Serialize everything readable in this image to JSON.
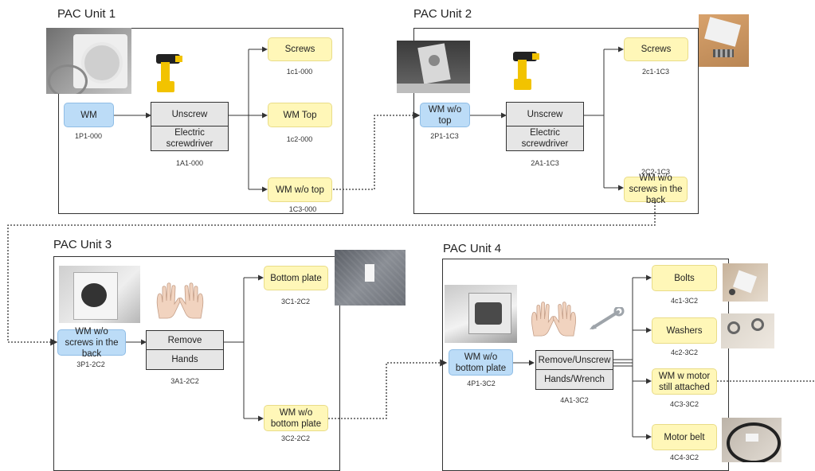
{
  "units": [
    {
      "title": "PAC Unit 1",
      "input": {
        "label": "WM",
        "code": "1P1-000"
      },
      "process": {
        "action": "Unscrew",
        "tool": "Electric screwdriver",
        "code": "1A1-000"
      },
      "outputs": [
        {
          "label": "Screws",
          "code": "1c1-000"
        },
        {
          "label": "WM Top",
          "code": "1c2-000"
        },
        {
          "label": "WM w/o top",
          "code": "1C3-000"
        }
      ]
    },
    {
      "title": "PAC Unit 2",
      "input": {
        "label": "WM w/o top",
        "code": "2P1-1C3"
      },
      "process": {
        "action": "Unscrew",
        "tool": "Electric screwdriver",
        "code": "2A1-1C3"
      },
      "outputs": [
        {
          "label": "Screws",
          "code": "2c1-1C3"
        },
        {
          "label": "WM w/o screws in the back",
          "code": "2C2-1C3"
        }
      ]
    },
    {
      "title": "PAC Unit 3",
      "input": {
        "label": "WM w/o screws in the back",
        "code": "3P1-2C2"
      },
      "process": {
        "action": "Remove",
        "tool": "Hands",
        "code": "3A1-2C2"
      },
      "outputs": [
        {
          "label": "Bottom plate",
          "code": "3C1-2C2"
        },
        {
          "label": "WM w/o bottom plate",
          "code": "3C2-2C2"
        }
      ]
    },
    {
      "title": "PAC Unit 4",
      "input": {
        "label": "WM w/o bottom plate",
        "code": "4P1-3C2"
      },
      "process": {
        "action": "Remove/Unscrew",
        "tool": "Hands/Wrench",
        "code": "4A1-3C2"
      },
      "outputs": [
        {
          "label": "Bolts",
          "code": "4c1-3C2"
        },
        {
          "label": "Washers",
          "code": "4c2-3C2"
        },
        {
          "label": "WM w motor still attached",
          "code": "4C3-3C2"
        },
        {
          "label": "Motor belt",
          "code": "4C4-3C2"
        }
      ]
    }
  ],
  "icons": {
    "screwdriver": "electric-screwdriver-icon",
    "hands": "hands-icon",
    "wrench": "wrench-icon"
  },
  "colors": {
    "input_fill": "#bcdcf7",
    "output_fill": "#fff7b8",
    "process_fill": "#e6e6e6",
    "frame": "#333333"
  }
}
